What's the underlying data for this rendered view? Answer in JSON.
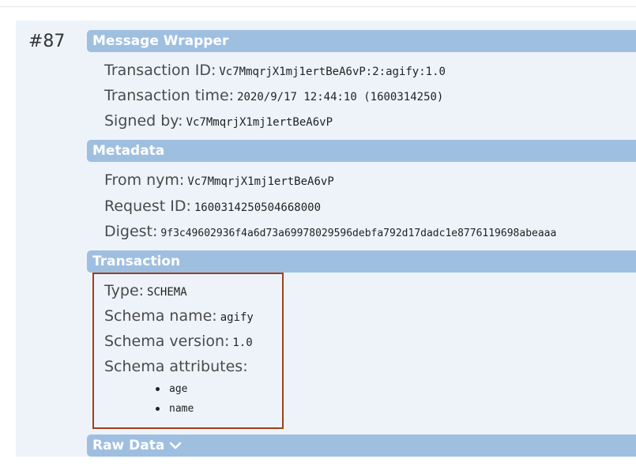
{
  "row_number": "#87",
  "sections": {
    "message_wrapper": {
      "title": "Message Wrapper",
      "transaction_id_label": "Transaction ID:",
      "transaction_id": "Vc7MmqrjX1mj1ertBeA6vP:2:agify:1.0",
      "transaction_time_label": "Transaction time:",
      "transaction_time": "2020/9/17 12:44:10 (1600314250)",
      "signed_by_label": "Signed by:",
      "signed_by": "Vc7MmqrjX1mj1ertBeA6vP"
    },
    "metadata": {
      "title": "Metadata",
      "from_nym_label": "From nym:",
      "from_nym": "Vc7MmqrjX1mj1ertBeA6vP",
      "request_id_label": "Request ID:",
      "request_id": "1600314250504668000",
      "digest_label": "Digest:",
      "digest": "9f3c49602936f4a6d73a69978029596debfa792d17dadc1e8776119698abeaaa"
    },
    "transaction": {
      "title": "Transaction",
      "type_label": "Type:",
      "type": "SCHEMA",
      "schema_name_label": "Schema name:",
      "schema_name": "agify",
      "schema_version_label": "Schema version:",
      "schema_version": "1.0",
      "schema_attributes_label": "Schema attributes:",
      "attributes": [
        "age",
        "name"
      ]
    },
    "raw_data": {
      "title": "Raw Data",
      "toggle_icon": "chevron-down-icon"
    }
  },
  "colors": {
    "panel_background": "#eef3fa",
    "section_header": "#9fbfe1",
    "highlight_border": "#a0401a"
  }
}
